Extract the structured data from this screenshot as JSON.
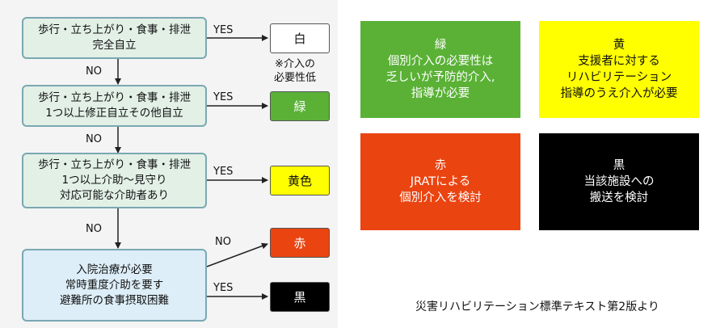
{
  "flowchart": {
    "step1": {
      "lines": [
        "歩行・立ち上がり・食事・排泄",
        "完全自立"
      ]
    },
    "step2": {
      "lines": [
        "歩行・立ち上がり・食事・排泄",
        "1つ以上修正自立その他自立"
      ]
    },
    "step3": {
      "lines": [
        "歩行・立ち上がり・食事・排泄",
        "1つ以上介助～見守り",
        "対応可能な介助者あり"
      ]
    },
    "step4": {
      "lines": [
        "入院治療が必要",
        "常時重度介助を要す",
        "避難所の食事摂取困難"
      ]
    },
    "yes_label": "YES",
    "no_label": "NO",
    "outcomes": {
      "white": "白",
      "green": "緑",
      "yellow": "黄色",
      "red": "赤",
      "black": "黒"
    },
    "white_note": [
      "※介入の",
      "必要性低"
    ]
  },
  "legend": {
    "green": {
      "lines": [
        "緑",
        "個別介入の必要性は",
        "乏しいが予防的介入,",
        "指導が必要"
      ],
      "color": "#5ab136"
    },
    "yellow": {
      "lines": [
        "黄",
        "支援者に対する",
        "リハビリテーション",
        "指導のうえ介入が必要"
      ],
      "color": "#ffff00"
    },
    "red": {
      "lines": [
        "赤",
        "JRATによる",
        "個別介入を検討"
      ],
      "color": "#ea4411"
    },
    "black": {
      "lines": [
        "黒",
        "当該施設への",
        "搬送を検討"
      ],
      "color": "#000000"
    }
  },
  "colors": {
    "white": "#ffffff",
    "green": "#5ab136",
    "yellow": "#ffff00",
    "red": "#ea4411",
    "black": "#000000"
  },
  "citation": "災害リハビリテーション標準テキスト第2版より"
}
